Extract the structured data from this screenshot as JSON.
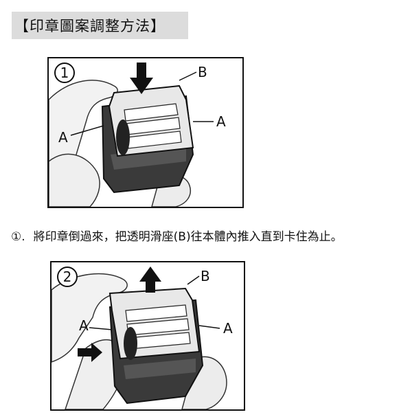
{
  "title": "【印章圖案調整方法】",
  "figure1": {
    "step": "1",
    "label_a_left": "A",
    "label_a_right": "A",
    "label_b": "B",
    "icon": "arrow-down-icon"
  },
  "caption1": {
    "number": "①.",
    "text": "將印章倒過來，把透明滑座(B)往本體內推入直到卡住為止。"
  },
  "figure2": {
    "step": "2",
    "label_a_left": "A",
    "label_a_right": "A",
    "label_b": "B",
    "icon": "arrow-up-icon"
  }
}
